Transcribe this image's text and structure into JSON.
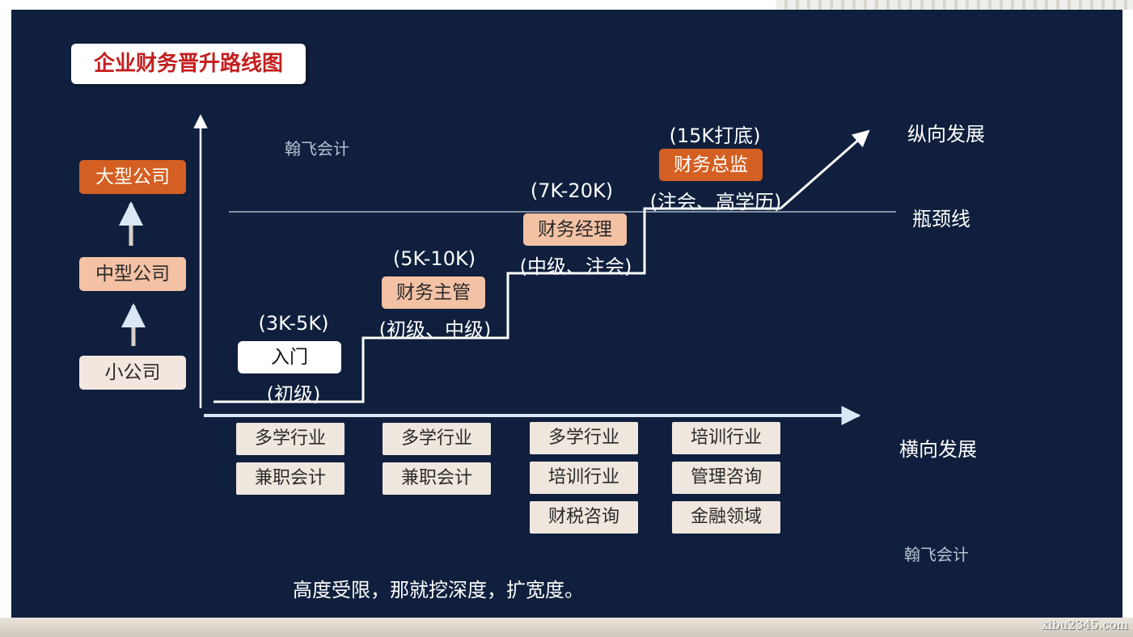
{
  "title": "企业财务晋升路线图",
  "companies": [
    "大型公司",
    "中型公司",
    "小公司"
  ],
  "steps": [
    {
      "salary": "(3K-5K)",
      "position": "入门",
      "requirement": "(初级)"
    },
    {
      "salary": "(5K-10K)",
      "position": "财务主管",
      "requirement": "(初级、中级)"
    },
    {
      "salary": "(7K-20K)",
      "position": "财务经理",
      "requirement": "(中级、注会)"
    },
    {
      "salary": "(15K打底)",
      "position": "财务总监",
      "requirement": "(注会、高学历)"
    }
  ],
  "vertical_label": "纵向发展",
  "bottleneck_label": "瓶颈线",
  "horizontal_label": "横向发展",
  "horizontal_columns": [
    [
      "多学行业",
      "兼职会计"
    ],
    [
      "多学行业",
      "兼职会计"
    ],
    [
      "多学行业",
      "培训行业",
      "财税咨询"
    ],
    [
      "培训行业",
      "管理咨询",
      "金融领域"
    ]
  ],
  "watermark": "翰飞会计",
  "conclusion": "高度受限，那就挖深度，扩宽度。",
  "site_mark": "xibu2345.com",
  "colors": {
    "background": "#0f1f3d",
    "orange": "#d45f22",
    "peach": "#f3c1a4",
    "title_red": "#c41e1e"
  }
}
